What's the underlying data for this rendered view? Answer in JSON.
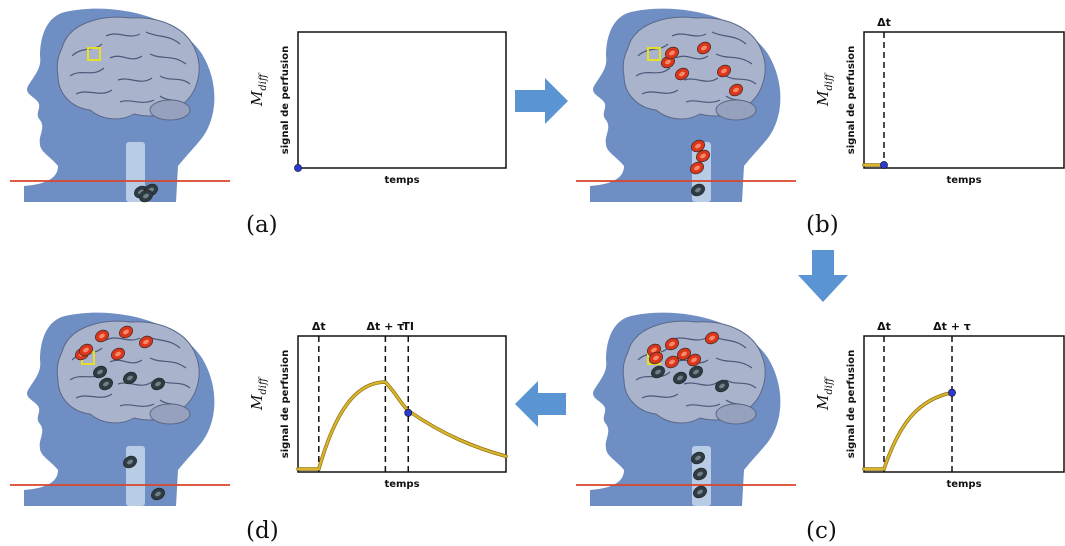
{
  "panels": [
    {
      "label": "(a)",
      "ylabel": "signal de perfusion",
      "mdiff": "M",
      "mdiff_sub": "diff",
      "xlabel": "temps",
      "markers": []
    },
    {
      "label": "(b)",
      "ylabel": "signal de perfusion",
      "mdiff": "M",
      "mdiff_sub": "diff",
      "xlabel": "temps",
      "markers": [
        "Δt"
      ]
    },
    {
      "label": "(c)",
      "ylabel": "signal de perfusion",
      "mdiff": "M",
      "mdiff_sub": "diff",
      "xlabel": "temps",
      "markers": [
        "Δt",
        "Δt + τ"
      ]
    },
    {
      "label": "(d)",
      "ylabel": "signal de perfusion",
      "mdiff": "M",
      "mdiff_sub": "diff",
      "xlabel": "temps",
      "markers": [
        "Δt",
        "Δt + τ",
        "TI"
      ]
    }
  ],
  "colors": {
    "head": "#6f8fc4",
    "brain": "#a9b3cc",
    "label_line": "#d9442a",
    "roi_box": "#e6df2a",
    "tagged_blood": "#d9361c",
    "relaxed_blood": "#2f3b42",
    "curve": "#d9b62c",
    "point": "#2a3ad6",
    "arrow": "#5b94d3"
  },
  "icons": [
    "head-silhouette",
    "brain",
    "red-blood-cell",
    "flow-arrow"
  ]
}
